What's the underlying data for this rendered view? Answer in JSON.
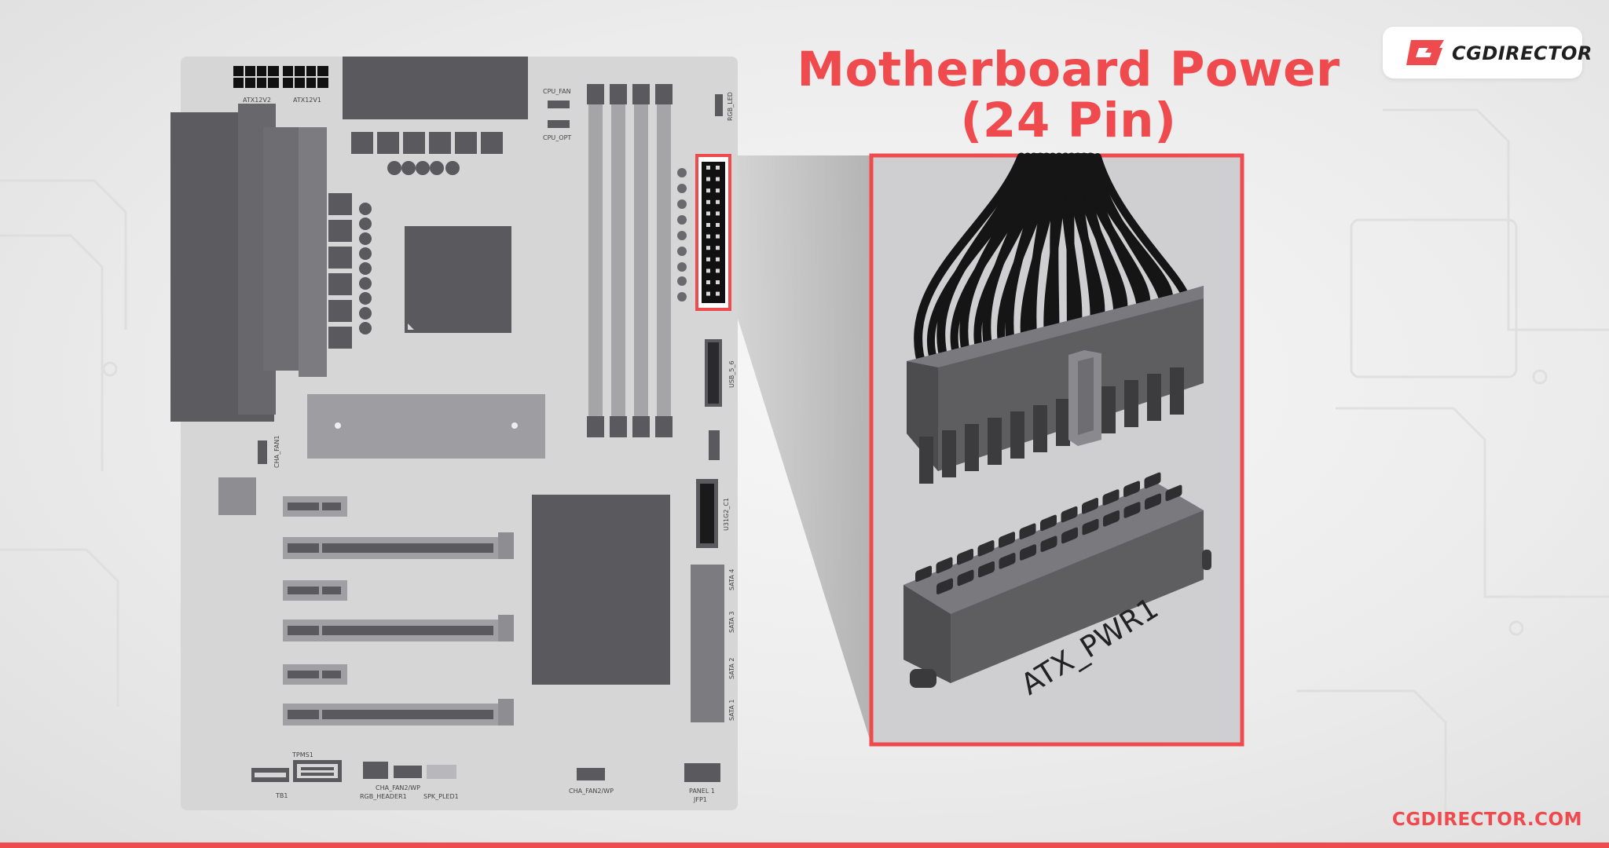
{
  "title": {
    "line1": "Motherboard Power",
    "line2": "(24 Pin)"
  },
  "logo": {
    "text": "CGDIRECTOR"
  },
  "footer": {
    "url": "CGDIRECTOR.COM"
  },
  "callout": {
    "connector_label": "ATX_PWR1"
  },
  "board_labels": {
    "atx12v2": "ATX12V2",
    "atx12v1": "ATX12V1",
    "cpu_fan": "CPU_FAN",
    "cpu_opt": "CPU_OPT",
    "rgb_led": "RGB_LED",
    "usb56": "USB_5_6",
    "cha_fan1": "CHA_FAN1",
    "u31g2_c1": "U31G2_C1",
    "sata4": "SATA 4",
    "sata3": "SATA 3",
    "sata2": "SATA 2",
    "sata1": "SATA 1",
    "tpms1": "TPMS1",
    "tb1": "TB1",
    "cha_fan2_wp_a": "CHA_FAN2/WP",
    "rgb_header1": "RGB_HEADER1",
    "spk_pled1": "SPK_PLED1",
    "cha_fan2_wp_b": "CHA_FAN2/WP",
    "panel1": "PANEL 1",
    "jfp1": "JFP1"
  },
  "colors": {
    "accent": "#ef4b4f",
    "board": "#d6d6d6",
    "dark_component": "#5a5a5e",
    "mid_component": "#7c7c80",
    "connector_body": "#636366",
    "cable": "#151515"
  }
}
